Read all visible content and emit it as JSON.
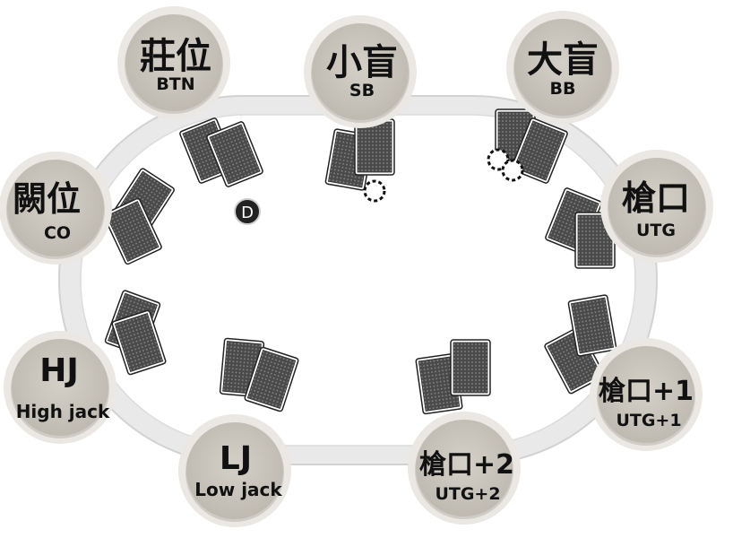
{
  "table": {
    "felt_color": "#ffffff",
    "rail_color": "#e9e9e9",
    "rail_edge_color": "#d2d2d2"
  },
  "dealer_button": {
    "label": "D"
  },
  "card_style": {
    "back_color": "#555555",
    "border_color": "#ffffff",
    "outline_color": "#222222"
  },
  "seat_style": {
    "fill": "#c8c4bc",
    "ring": "#ebe8e3",
    "shadow": "#9a9690",
    "text_color": "#111111"
  },
  "seats": [
    {
      "id": "btn",
      "name": "莊位",
      "sub": "BTN"
    },
    {
      "id": "sb",
      "name": "小盲",
      "sub": "SB"
    },
    {
      "id": "bb",
      "name": "大盲",
      "sub": "BB"
    },
    {
      "id": "utg",
      "name": "槍口",
      "sub": "UTG"
    },
    {
      "id": "utg1",
      "name": "槍口+1",
      "sub": "UTG+1"
    },
    {
      "id": "utg2",
      "name": "槍口+2",
      "sub": "UTG+2"
    },
    {
      "id": "lj",
      "name": "LJ",
      "sub": "Low jack"
    },
    {
      "id": "hj",
      "name": "HJ",
      "sub": "High jack"
    },
    {
      "id": "co",
      "name": "闕位",
      "sub": "CO"
    }
  ]
}
